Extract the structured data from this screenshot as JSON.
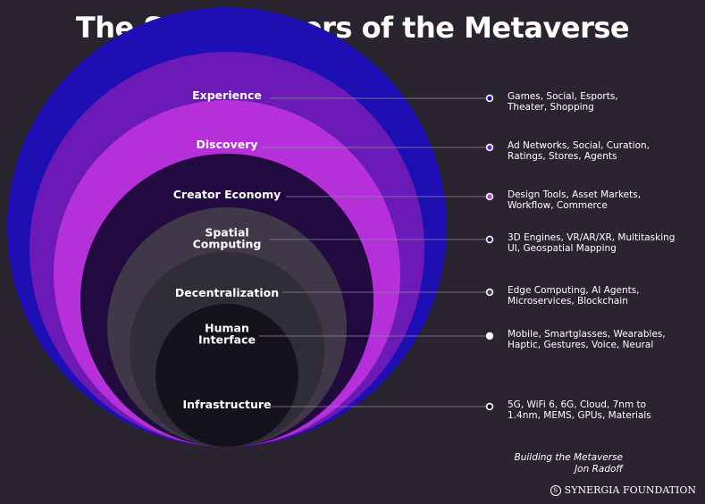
{
  "title": "The Seven Layers of the Metaverse",
  "layers": [
    {
      "label_lines": [
        "Experience"
      ],
      "description_lines": [
        "Games, Social, Esports,",
        "Theater, Shopping"
      ],
      "color": "#1d0fb3",
      "dot_color": "#1d0fb3"
    },
    {
      "label_lines": [
        "Discovery"
      ],
      "description_lines": [
        "Ad Networks, Social, Curation,",
        "Ratings, Stores, Agents"
      ],
      "color": "#6b1ab8",
      "dot_color": "#7a22c8"
    },
    {
      "label_lines": [
        "Creator Economy"
      ],
      "description_lines": [
        "Design Tools, Asset Markets,",
        "Workflow, Commerce"
      ],
      "color": "#b530d8",
      "dot_color": "#c63ae0"
    },
    {
      "label_lines": [
        "Spatial",
        "Computing"
      ],
      "description_lines": [
        "3D Engines, VR/AR/XR, Multitasking",
        "UI, Geospatial Mapping"
      ],
      "color": "#22093f",
      "dot_color": "#3a0d6a"
    },
    {
      "label_lines": [
        "Decentralization"
      ],
      "description_lines": [
        "Edge Computing, AI Agents,",
        "Microservices, Blockchain"
      ],
      "color": "#3e3848",
      "dot_color": "#4a4456"
    },
    {
      "label_lines": [
        "Human",
        "Interface"
      ],
      "description_lines": [
        "Mobile, Smartglasses, Wearables,",
        "Haptic, Gestures, Voice, Neural"
      ],
      "color": "#302c38",
      "dot_color": "#ffffff"
    },
    {
      "label_lines": [
        "Infrastructure"
      ],
      "description_lines": [
        "5G, WiFi 6, 6G, Cloud, 7nm to",
        "1.4nm, MEMS, GPUs, Materials"
      ],
      "color": "#16121c",
      "dot_color": "#16121c"
    }
  ],
  "credit": {
    "line1": "Building the Metaverse",
    "line2": "Jon Radoff"
  },
  "brand": {
    "name": "SYNERGIA FOUNDATION",
    "mark": "S"
  }
}
